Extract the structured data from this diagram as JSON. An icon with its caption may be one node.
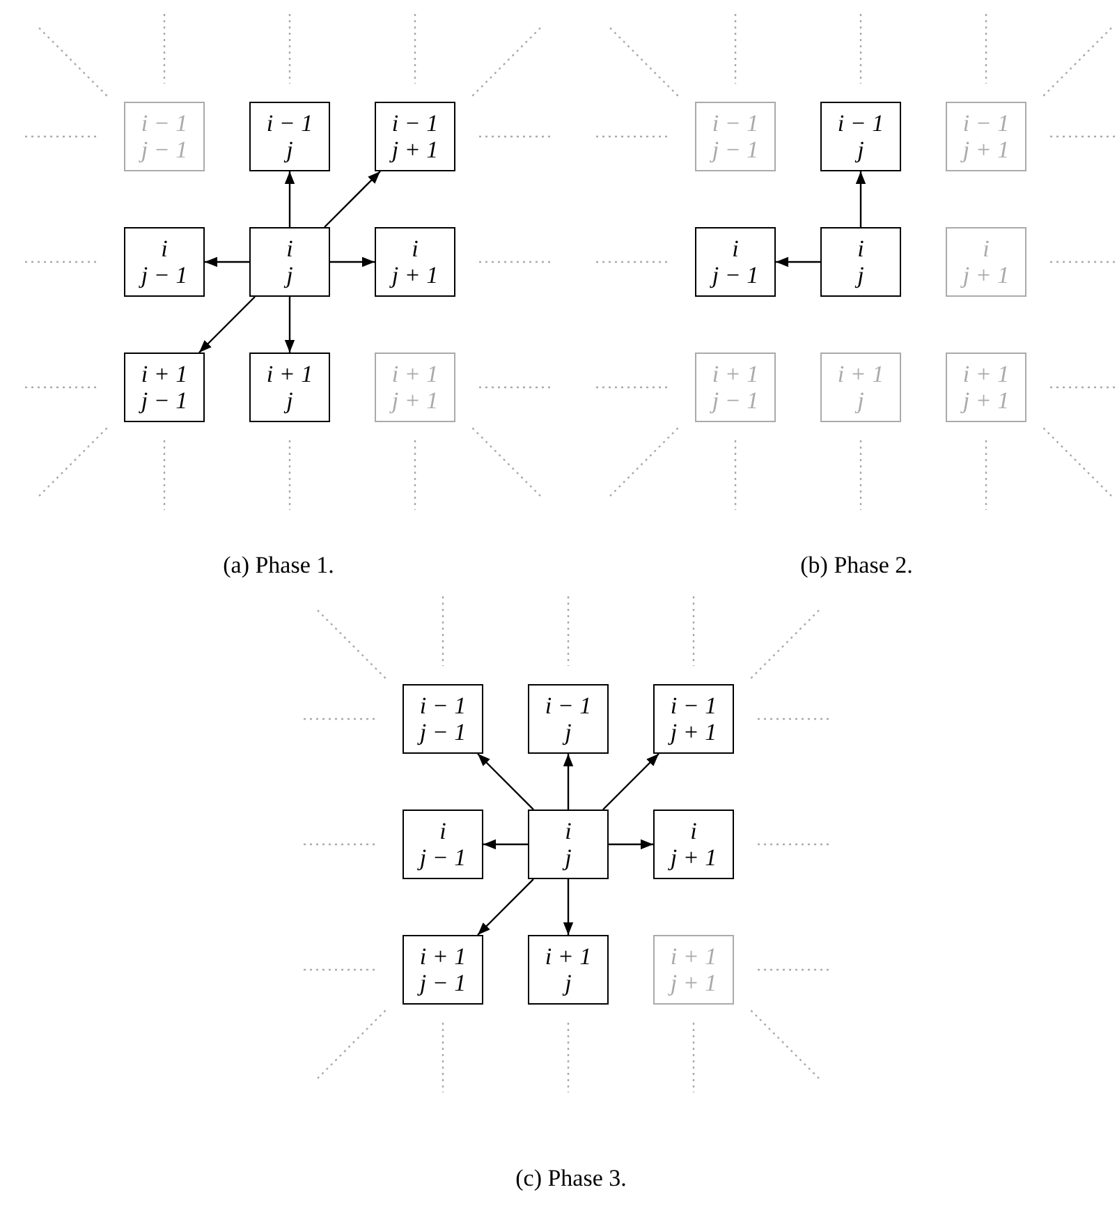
{
  "diagram": {
    "nodes": [
      {
        "text": [
          "i − 1",
          "j − 1"
        ]
      },
      {
        "text": [
          "i − 1",
          "j"
        ]
      },
      {
        "text": [
          "i − 1",
          "j + 1"
        ]
      },
      {
        "text": [
          "i",
          "j − 1"
        ]
      },
      {
        "text": [
          "i",
          "j"
        ]
      },
      {
        "text": [
          "i",
          "j + 1"
        ]
      },
      {
        "text": [
          "i + 1",
          "j − 1"
        ]
      },
      {
        "text": [
          "i + 1",
          "j"
        ]
      },
      {
        "text": [
          "i + 1",
          "j + 1"
        ]
      },
      {
        "text": [
          "i − 1",
          "j − 1"
        ]
      },
      {
        "text": [
          "i − 1",
          "j"
        ]
      },
      {
        "text": [
          "i − 1",
          "j + 1"
        ]
      },
      {
        "text": [
          "i",
          "j − 1"
        ]
      },
      {
        "text": [
          "i",
          "j"
        ]
      },
      {
        "text": [
          "i",
          "j + 1"
        ]
      },
      {
        "text": [
          "i + 1",
          "j − 1"
        ]
      },
      {
        "text": [
          "i + 1",
          "j"
        ]
      },
      {
        "text": [
          "i + 1",
          "j + 1"
        ]
      },
      {
        "text": [
          "i − 1",
          "j − 1"
        ]
      },
      {
        "text": [
          "i − 1",
          "j"
        ]
      },
      {
        "text": [
          "i − 1",
          "j + 1"
        ]
      },
      {
        "text": [
          "i",
          "j − 1"
        ]
      },
      {
        "text": [
          "i",
          "j"
        ]
      },
      {
        "text": [
          "i",
          "j + 1"
        ]
      },
      {
        "text": [
          "i + 1",
          "j − 1"
        ]
      },
      {
        "text": [
          "i + 1",
          "j"
        ]
      },
      {
        "text": [
          "i + 1",
          "j + 1"
        ]
      }
    ],
    "edges": [
      {
        "from": 4,
        "to": 1,
        "arrow": "to"
      },
      {
        "from": 4,
        "to": 2,
        "arrow": "to"
      },
      {
        "from": 4,
        "to": 3,
        "arrow": "to"
      },
      {
        "from": 4,
        "to": 5,
        "arrow": "to"
      },
      {
        "from": 4,
        "to": 6,
        "arrow": "to"
      },
      {
        "from": 4,
        "to": 7,
        "arrow": "to"
      },
      {
        "from": 13,
        "to": 10,
        "arrow": "to"
      },
      {
        "from": 13,
        "to": 12,
        "arrow": "to"
      },
      {
        "from": 22,
        "to": 18,
        "arrow": "to"
      },
      {
        "from": 22,
        "to": 19,
        "arrow": "to"
      },
      {
        "from": 22,
        "to": 20,
        "arrow": "to"
      },
      {
        "from": 22,
        "to": 21,
        "arrow": "to"
      },
      {
        "from": 22,
        "to": 23,
        "arrow": "to"
      },
      {
        "from": 22,
        "to": 24,
        "arrow": "to"
      },
      {
        "from": 22,
        "to": 25,
        "arrow": "to"
      }
    ],
    "labels": [
      "(a) Phase 1.",
      "(b) Phase 2.",
      "(c) Phase 3."
    ]
  }
}
